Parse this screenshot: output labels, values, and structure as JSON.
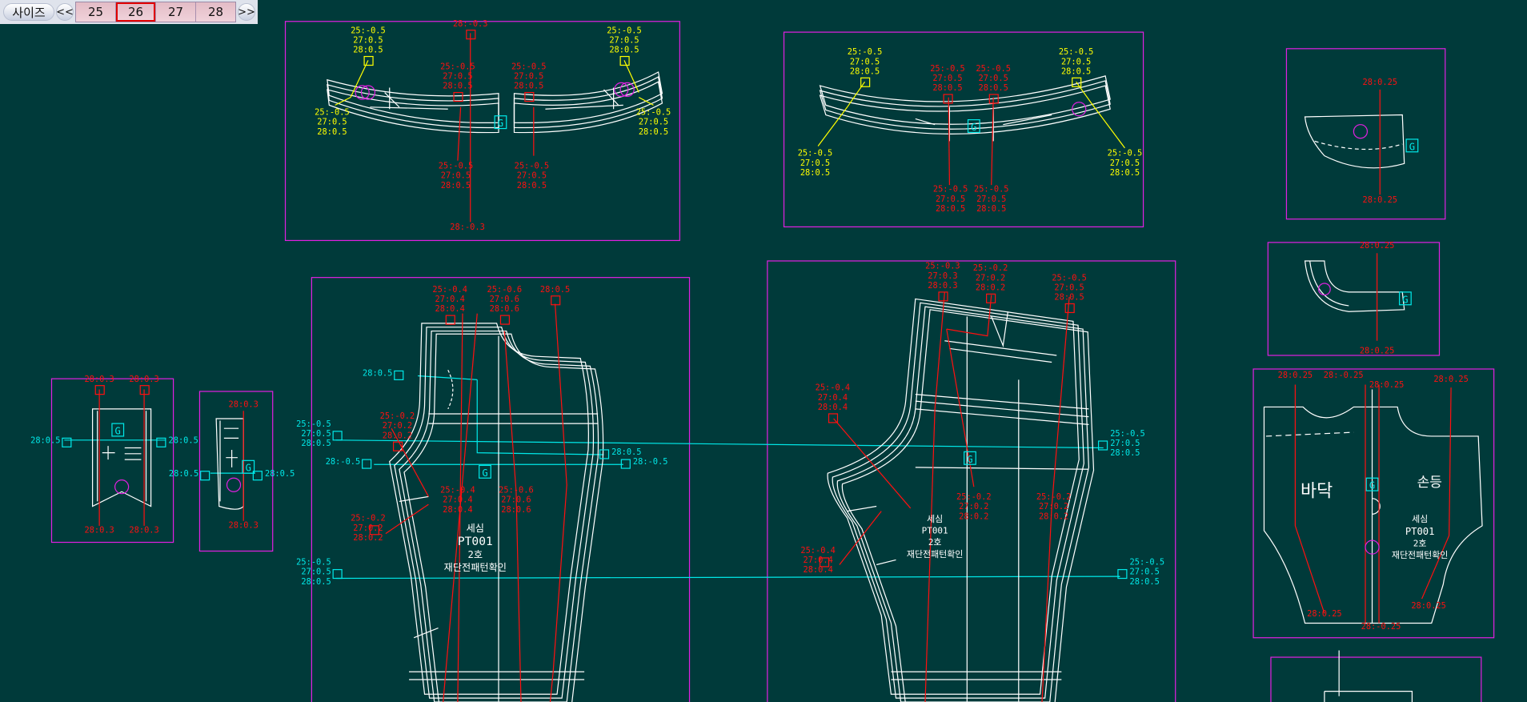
{
  "toolbar": {
    "size_label": "사이즈",
    "prev_label": "<<",
    "next_label": ">>",
    "sizes": [
      "25",
      "26",
      "27",
      "28"
    ],
    "selected_size": "26"
  },
  "colors": {
    "background": "#003a3a",
    "piece_box": "#e020e0",
    "pattern": "#ffffff",
    "grade_red": "#ff1010",
    "grade_yellow": "#ffff00",
    "grade_cyan": "#00e8e8"
  },
  "grade_labels": [
    [
      "25:-0.5",
      "27:0.5",
      "28:0.5"
    ],
    [
      "25:-0.5",
      "27:0.5",
      "28:0.5"
    ],
    [
      "25:-0.5",
      "27:0.5",
      "28:0.5"
    ],
    [
      "25:-0.5",
      "27:0.5",
      "28:0.5"
    ],
    [
      "28:-0.3"
    ],
    [
      "25:-0.5",
      "27:0.5",
      "28:0.5"
    ],
    [
      "25:-0.5",
      "27:0.5",
      "28:0.5"
    ],
    [
      "25:-0.5",
      "27:0.5",
      "28:0.5"
    ],
    [
      "25:-0.5",
      "27:0.5",
      "28:0.5"
    ],
    [
      "28:-0.3"
    ],
    [
      "25:-0.5",
      "27:0.5",
      "28:0.5"
    ],
    [
      "25:-0.5",
      "27:0.5",
      "28:0.5"
    ],
    [
      "25:-0.5",
      "27:0.5",
      "28:0.5"
    ],
    [
      "25:-0.5",
      "27:0.5",
      "28:0.5"
    ],
    [
      "25:-0.5",
      "27:0.5",
      "28:0.5"
    ],
    [
      "25:-0.5",
      "27:0.5",
      "28:0.5"
    ],
    [
      "25:-0.5",
      "27:0.5",
      "28:0.5"
    ],
    [
      "25:-0.5",
      "27:0.5",
      "28:0.5"
    ],
    [
      "28:0.25"
    ],
    [
      "28:0.25"
    ],
    [
      "28:0.25"
    ],
    [
      "28:0.25"
    ],
    [
      "28:0.25"
    ],
    [
      "28:-0.25"
    ],
    [
      "28:0.25"
    ],
    [
      "28:0.25"
    ],
    [
      "28:0.25"
    ],
    [
      "28:-0.25"
    ],
    [
      "28:0.25"
    ],
    [
      "25:-0.4",
      "27:0.4",
      "28:0.4"
    ],
    [
      "25:-0.6",
      "27:0.6",
      "28:0.6"
    ],
    [
      "28:0.5"
    ],
    [
      "28:0.5"
    ],
    [
      "25:-0.5",
      "27:0.5",
      "28:0.5"
    ],
    [
      "28:-0.5"
    ],
    [
      "28:0.5"
    ],
    [
      "28:-0.5"
    ],
    [
      "25:-0.2",
      "27:0.2",
      "28:0.2"
    ],
    [
      "25:-0.2",
      "27:0.2",
      "28:0.2"
    ],
    [
      "25:-0.4",
      "27:0.4",
      "28:0.4"
    ],
    [
      "25:-0.6",
      "27:0.6",
      "28:0.6"
    ],
    [
      "25:-0.5",
      "27:0.5",
      "28:0.5"
    ],
    [
      "25:-0.3",
      "27:0.3",
      "28:0.3"
    ],
    [
      "25:-0.2",
      "27:0.2",
      "28:0.2"
    ],
    [
      "25:-0.5",
      "27:0.5",
      "28:0.5"
    ],
    [
      "25:-0.4",
      "27:0.4",
      "28:0.4"
    ],
    [
      "25:-0.4",
      "27:0.4",
      "28:0.4"
    ],
    [
      "25:-0.5",
      "27:0.5",
      "28:0.5"
    ],
    [
      "25:-0.5",
      "27:0.5",
      "28:0.5"
    ],
    [
      "25:-0.2",
      "27:0.2",
      "28:0.2"
    ],
    [
      "25:-0.2",
      "27:0.2",
      "28:0.2"
    ],
    [
      "28:0.3"
    ],
    [
      "28:0.3"
    ],
    [
      "28:0.3"
    ],
    [
      "28:0.3"
    ],
    [
      "28:0.5"
    ],
    [
      "28:0.5"
    ],
    [
      "28:0.3"
    ],
    [
      "28:0.3"
    ],
    [
      "28:0.5"
    ],
    [
      "28:0.5"
    ]
  ],
  "piece_text": {
    "front": {
      "line1": "세심",
      "line2": "PT001",
      "line3": "2호",
      "line4": "재단전패턴확인"
    },
    "back": {
      "line1": "세심",
      "line2": "PT001",
      "line3": "2호",
      "line4": "재단전패턴확인"
    },
    "pocket": {
      "left": "바닥",
      "right": "손등",
      "line1": "세심",
      "line2": "PT001",
      "line3": "2호",
      "line4": "재단전패턴확인"
    },
    "grain_mark": "G"
  }
}
